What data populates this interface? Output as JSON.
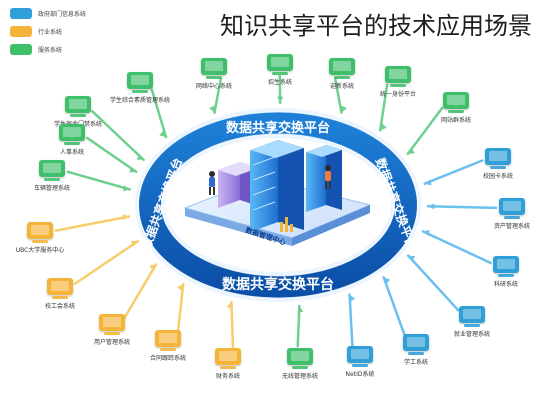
{
  "title": "知识共享平台的技术应用场景",
  "legend": [
    {
      "label": "政府部门信息系统",
      "color": "#2f9fd8"
    },
    {
      "label": "行业系统",
      "color": "#f4b43a"
    },
    {
      "label": "服务系统",
      "color": "#3fbf6a"
    }
  ],
  "ring_text": [
    "数据共享交换平台",
    "数据共享交换平台",
    "数据共享交换平台",
    "数据共享交换平台"
  ],
  "center_label": "数据管理中心",
  "nodes": [
    {
      "label": "学生综合素质管理系统",
      "color": "green"
    },
    {
      "label": "网络中心系统",
      "color": "green"
    },
    {
      "label": "招生系统",
      "color": "green"
    },
    {
      "label": "迎新系统",
      "color": "green"
    },
    {
      "label": "统一身份平台",
      "color": "green"
    },
    {
      "label": "网站群系统",
      "color": "green"
    },
    {
      "label": "学生宿舍门禁系统",
      "color": "green"
    },
    {
      "label": "人事系统",
      "color": "green"
    },
    {
      "label": "车辆管理系统",
      "color": "green"
    },
    {
      "label": "校园卡系统",
      "color": "blue"
    },
    {
      "label": "资产管理系统",
      "color": "blue"
    },
    {
      "label": "UBC大学服务中心",
      "color": "orange"
    },
    {
      "label": "科研系统",
      "color": "blue"
    },
    {
      "label": "校工会系统",
      "color": "orange"
    },
    {
      "label": "就业管理系统",
      "color": "blue"
    },
    {
      "label": "用户管理系统",
      "color": "orange"
    },
    {
      "label": "学工系统",
      "color": "blue"
    },
    {
      "label": "合同跟踪系统",
      "color": "orange"
    },
    {
      "label": "财务系统",
      "color": "orange"
    },
    {
      "label": "无线管理系统",
      "color": "green"
    },
    {
      "label": "NetID系统",
      "color": "blue"
    }
  ]
}
